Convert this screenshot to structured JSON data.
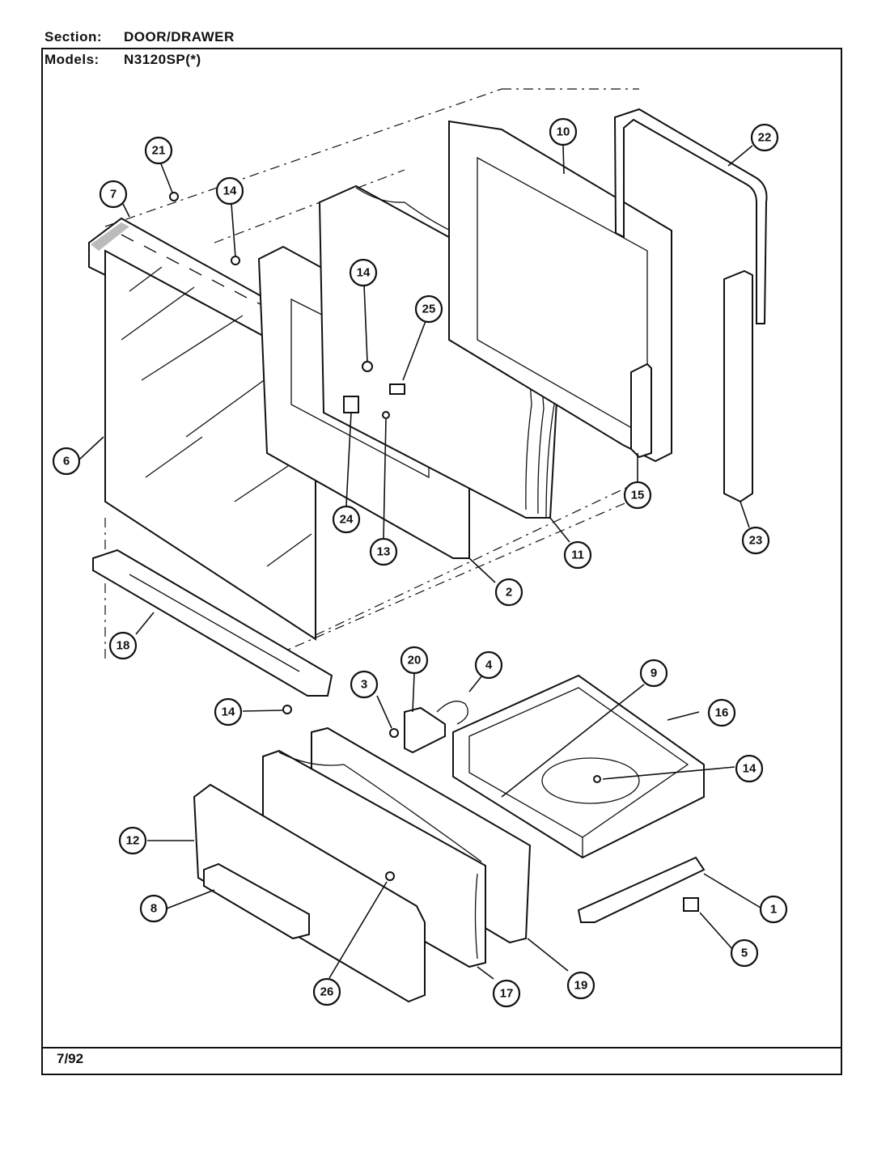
{
  "header": {
    "section_label": "Section:",
    "section_value": "DOOR/DRAWER",
    "models_label": "Models:",
    "models_value": "N3120SP(*)"
  },
  "footer": {
    "date": "7/92"
  },
  "callouts": [
    {
      "id": "c21",
      "num": "21"
    },
    {
      "id": "c7",
      "num": "7"
    },
    {
      "id": "c14a",
      "num": "14"
    },
    {
      "id": "c10",
      "num": "10"
    },
    {
      "id": "c22",
      "num": "22"
    },
    {
      "id": "c14b",
      "num": "14"
    },
    {
      "id": "c25",
      "num": "25"
    },
    {
      "id": "c6",
      "num": "6"
    },
    {
      "id": "c24",
      "num": "24"
    },
    {
      "id": "c13",
      "num": "13"
    },
    {
      "id": "c15",
      "num": "15"
    },
    {
      "id": "c11",
      "num": "11"
    },
    {
      "id": "c23",
      "num": "23"
    },
    {
      "id": "c2",
      "num": "2"
    },
    {
      "id": "c18",
      "num": "18"
    },
    {
      "id": "c20",
      "num": "20"
    },
    {
      "id": "c4",
      "num": "4"
    },
    {
      "id": "c9",
      "num": "9"
    },
    {
      "id": "c3",
      "num": "3"
    },
    {
      "id": "c14c",
      "num": "14"
    },
    {
      "id": "c16",
      "num": "16"
    },
    {
      "id": "c14d",
      "num": "14"
    },
    {
      "id": "c12",
      "num": "12"
    },
    {
      "id": "c1",
      "num": "1"
    },
    {
      "id": "c8",
      "num": "8"
    },
    {
      "id": "c5",
      "num": "5"
    },
    {
      "id": "c26",
      "num": "26"
    },
    {
      "id": "c17",
      "num": "17"
    },
    {
      "id": "c19",
      "num": "19"
    }
  ]
}
